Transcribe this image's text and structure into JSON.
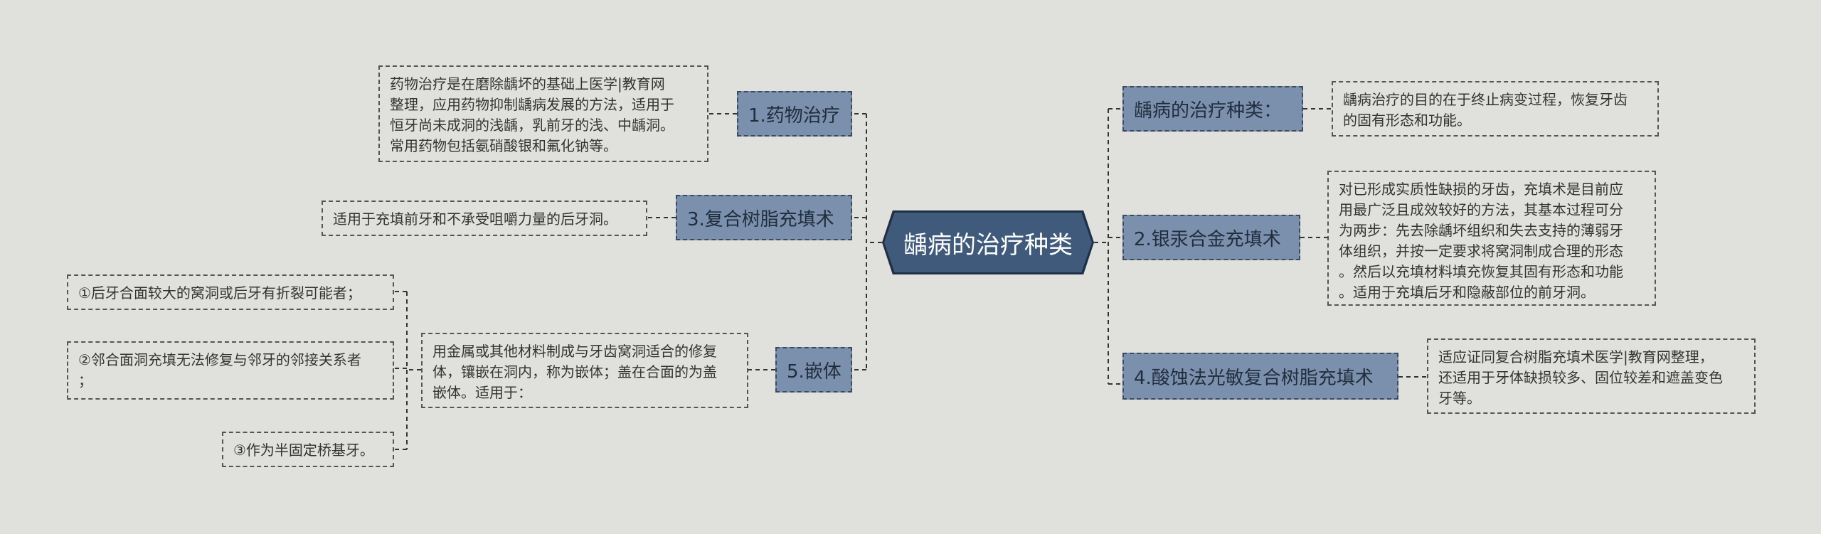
{
  "center": {
    "label": "龋病的治疗种类"
  },
  "branches": {
    "drug": {
      "label": "1.药物治疗"
    },
    "composite": {
      "label": "3.复合树脂充填术"
    },
    "inlay": {
      "label": "5.嵌体"
    },
    "types": {
      "label": "龋病的治疗种类："
    },
    "amalgam": {
      "label": "2.银汞合金充填术"
    },
    "acid": {
      "label": "4.酸蚀法光敏复合树脂充填术"
    }
  },
  "leaves": {
    "drug_desc": [
      "药物治疗是在磨除龋坏的基础上医学|教育网",
      "整理，应用药物抑制龋病发展的方法，适用于",
      "恒牙尚未成洞的浅龋，乳前牙的浅、中龋洞。",
      "常用药物包括氨硝酸银和氟化钠等。"
    ],
    "composite_desc": [
      "适用于充填前牙和不承受咀嚼力量的后牙洞。"
    ],
    "inlay_desc": [
      "用金属或其他材料制成与牙齿窝洞适合的修复",
      "体，镶嵌在洞内，称为嵌体；盖在合面的为盖",
      "嵌体。适用于："
    ],
    "inlay_1": [
      "①后牙合面较大的窝洞或后牙有折裂可能者；"
    ],
    "inlay_2": [
      "②邻合面洞充填无法修复与邻牙的邻接关系者",
      "；"
    ],
    "inlay_3": [
      "③作为半固定桥基牙。"
    ],
    "types_desc": [
      "龋病治疗的目的在于终止病变过程，恢复牙齿",
      "的固有形态和功能。"
    ],
    "amalgam_desc": [
      "对已形成实质性缺损的牙齿，充填术是目前应",
      "用最广泛且成效较好的方法，其基本过程可分",
      "为两步：先去除龋坏组织和失去支持的薄弱牙",
      "体组织，并按一定要求将窝洞制成合理的形态",
      "。然后以充填材料填充恢复其固有形态和功能",
      "。适用于充填后牙和隐蔽部位的前牙洞。"
    ],
    "acid_desc": [
      "适应证同复合树脂充填术医学|教育网整理，",
      "还适用于牙体缺损较多、固位较差和遮盖变色",
      "牙等。"
    ]
  }
}
